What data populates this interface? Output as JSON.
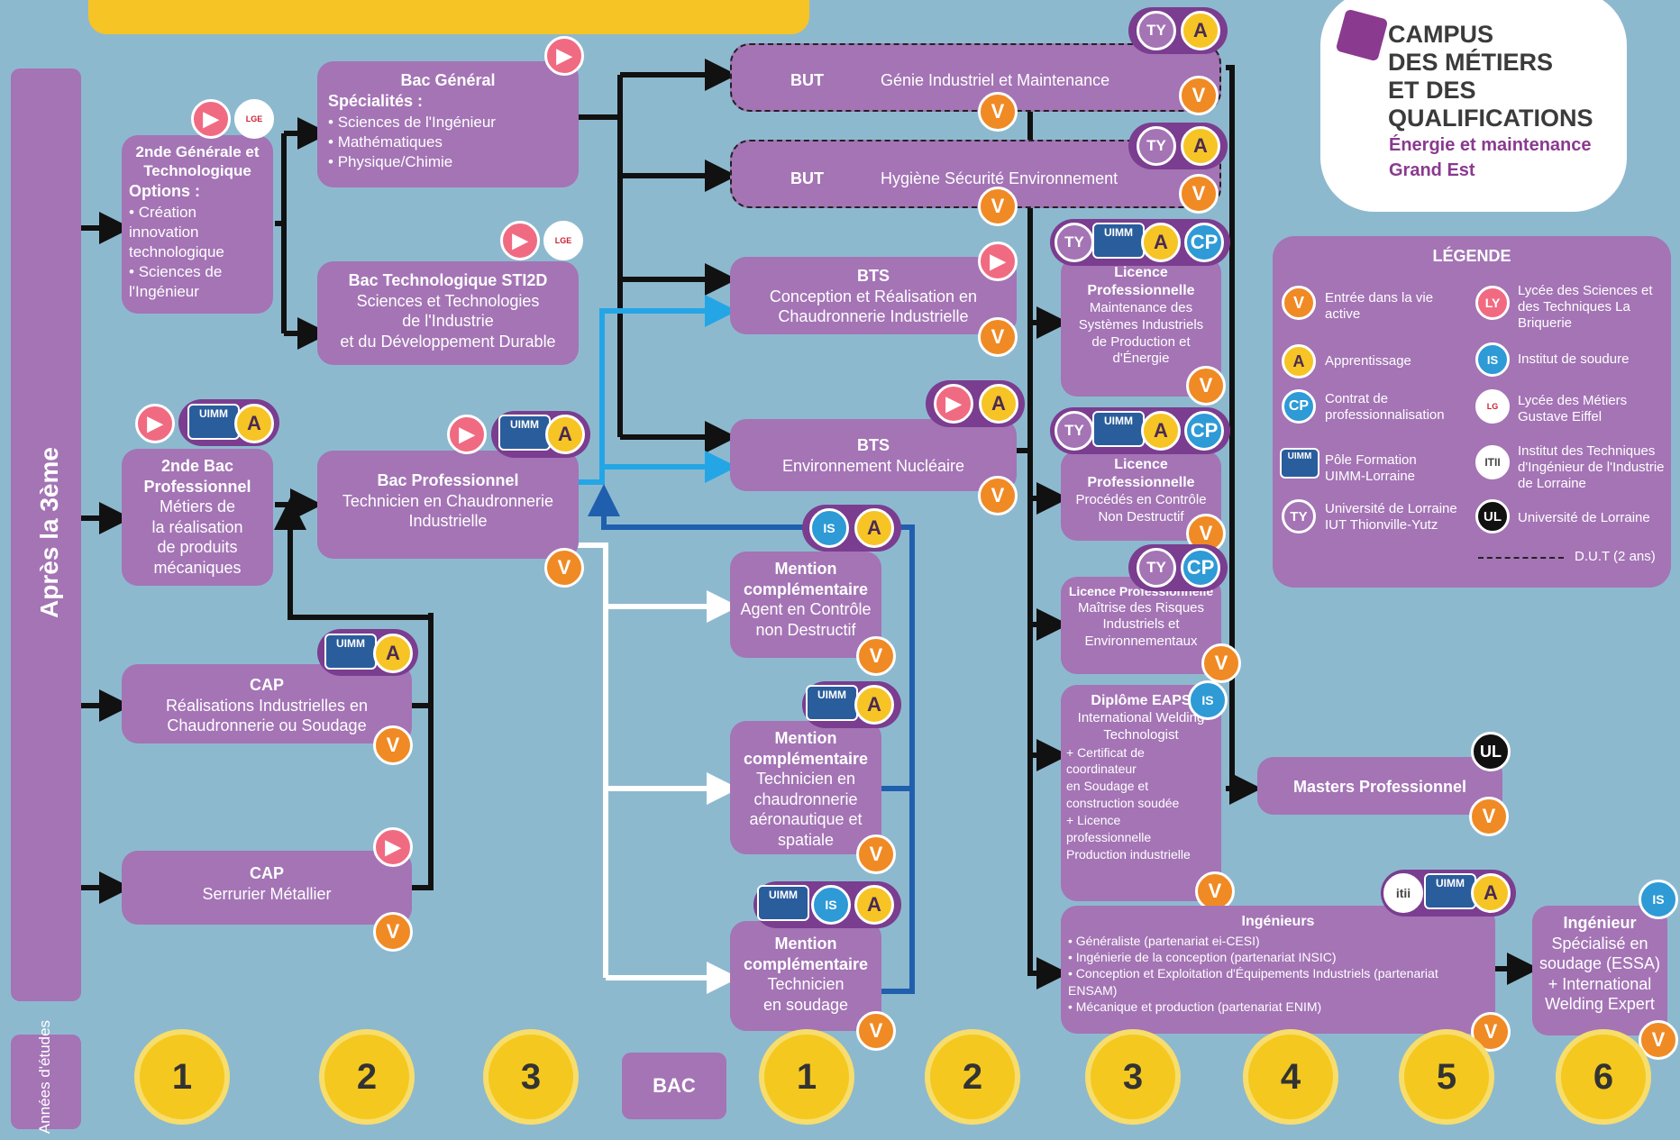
{
  "campus": {
    "line1": "CAMPUS",
    "line2": "DES MÉTIERS",
    "line3": "ET DES",
    "line4": "QUALIFICATIONS",
    "sub1": "Énergie et maintenance",
    "sub2": "Grand Est"
  },
  "side_label": "Après la 3ème",
  "years_label": "Années d'études",
  "years": [
    "1",
    "2",
    "3",
    "BAC",
    "1",
    "2",
    "3",
    "4",
    "5",
    "6"
  ],
  "badges": {
    "V": "V",
    "A": "A",
    "CP": "CP",
    "TY": "TY",
    "IS": "IS",
    "UL": "UL",
    "ITII": "itii",
    "UIMM": "UIMM"
  },
  "boxes": {
    "seconde": {
      "title": "2nde Générale et Technologique",
      "label": "Options :",
      "items": [
        "Création innovation technologique",
        "Sciences de l'Ingénieur"
      ]
    },
    "bac_general": {
      "title": "Bac Général",
      "label": "Spécialités :",
      "items": [
        "Sciences de l'Ingénieur",
        "Mathématiques",
        "Physique/Chimie"
      ]
    },
    "bac_techno": {
      "title": "Bac Technologique  STI2D",
      "l1": "Sciences et Technologies",
      "l2": "de l'Industrie",
      "l3": "et du Développement Durable"
    },
    "seconde_pro": {
      "title1": "2nde Bac",
      "title2": "Professionnel",
      "l1": "Métiers de",
      "l2": "la réalisation",
      "l3": "de produits",
      "l4": "mécaniques"
    },
    "bac_pro": {
      "title": "Bac Professionnel",
      "l1": "Technicien en Chaudronnerie",
      "l2": "Industrielle"
    },
    "cap1": {
      "title": "CAP",
      "l1": "Réalisations Industrielles en",
      "l2": "Chaudronnerie ou Soudage"
    },
    "cap2": {
      "title": "CAP",
      "l1": "Serrurier Métallier"
    },
    "but1": {
      "tag": "BUT",
      "text": "Génie Industriel et Maintenance"
    },
    "but2": {
      "tag": "BUT",
      "text": "Hygiène Sécurité Environnement"
    },
    "bts1": {
      "title": "BTS",
      "l1": "Conception et Réalisation en",
      "l2": "Chaudronnerie Industrielle"
    },
    "bts2": {
      "title": "BTS",
      "l1": "Environnement Nucléaire"
    },
    "mc1": {
      "t1": "Mention",
      "t2": "complémentaire",
      "l1": "Agent en Contrôle",
      "l2": "non Destructif"
    },
    "mc2": {
      "t1": "Mention",
      "t2": "complémentaire",
      "l1": "Technicien en",
      "l2": "chaudronnerie",
      "l3": "aéronautique et",
      "l4": "spatiale"
    },
    "mc3": {
      "t1": "Mention",
      "t2": "complémentaire",
      "l1": "Technicien",
      "l2": "en soudage"
    },
    "lp1": {
      "t1": "Licence",
      "t2": "Professionnelle",
      "l1": "Maintenance des",
      "l2": "Systèmes Industriels",
      "l3": "de Production et",
      "l4": "d'Énergie"
    },
    "lp2": {
      "t1": "Licence",
      "t2": "Professionnelle",
      "l1": "Procédés en Contrôle",
      "l2": "Non Destructif"
    },
    "lp3": {
      "t1": "Licence Professionnelle",
      "l1": "Maîtrise des Risques",
      "l2": "Industriels et",
      "l3": "Environnementaux"
    },
    "eaps": {
      "title": "Diplôme EAPS",
      "l1": "International Welding",
      "l2": "Technologist",
      "items": [
        "+ Certificat de",
        "coordinateur",
        "en Soudage et",
        "construction soudée",
        "+ Licence",
        "professionnelle",
        "Production industrielle"
      ]
    },
    "ingenieurs": {
      "title": "Ingénieurs",
      "items": [
        "Généraliste (partenariat ei-CESI)",
        "Ingénierie de la conception (partenariat INSIC)",
        "Conception et Exploitation d'Équipements Industriels (partenariat ENSAM)",
        "Mécanique et production (partenariat ENIM)"
      ]
    },
    "masters": {
      "title": "Masters Professionnel"
    },
    "ingenieur_spe": {
      "title": "Ingénieur",
      "l1": "Spécialisé en",
      "l2": "soudage (ESSA)",
      "l3": "+ International",
      "l4": "Welding Expert"
    }
  },
  "legend": {
    "title": "LÉGENDE",
    "items": [
      {
        "icon": "V",
        "text": "Entrée dans la vie active"
      },
      {
        "icon": "A",
        "text": "Apprentissage"
      },
      {
        "icon": "CP",
        "text": "Contrat de professionnalisation"
      },
      {
        "icon": "UIMM",
        "text": "Pôle Formation UIMM-Lorraine"
      },
      {
        "icon": "TY",
        "text": "Université de Lorraine IUT Thionville-Yutz"
      },
      {
        "icon": "LY",
        "text": "Lycée des Sciences et des Techniques La Briquerie"
      },
      {
        "icon": "IS",
        "text": "Institut de soudure"
      },
      {
        "icon": "LG",
        "text": "Lycée des Métiers Gustave Eiffel"
      },
      {
        "icon": "ITII",
        "text": "Institut des Techniques d'Ingénieur de l'Industrie de Lorraine"
      },
      {
        "icon": "UL",
        "text": "Université de Lorraine"
      }
    ],
    "dut": "D.U.T (2 ans)"
  },
  "colors": {
    "background": "#8db9cf",
    "box": "#a474b5",
    "sidebar": "#a474b5",
    "orange": "#f08a24",
    "yellow": "#f6c425",
    "blue": "#2e9ad6",
    "dark": "#111111"
  }
}
